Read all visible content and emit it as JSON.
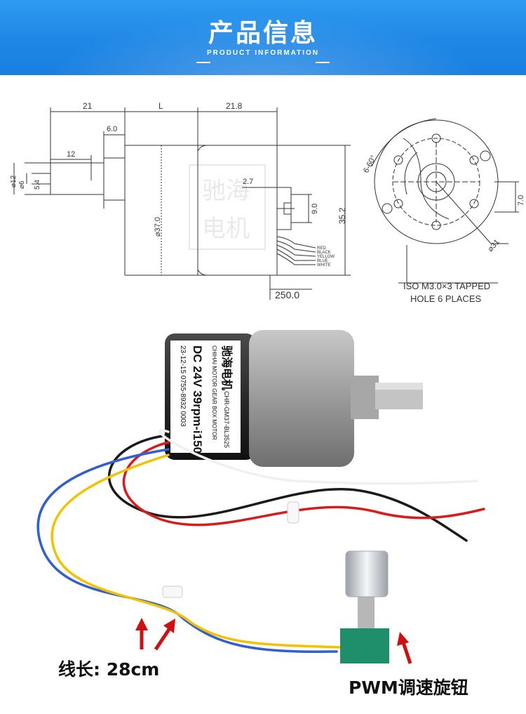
{
  "header": {
    "title": "产品信息",
    "subtitle": "PRODUCT INFORMATION",
    "bg_color": "#1e87e6"
  },
  "drawing": {
    "dims": {
      "d21": "21",
      "dL": "L",
      "d21_8": "21.8",
      "d6_0": "6.0",
      "d12": "12",
      "d_phi12": "⌀12",
      "d_phi6": "⌀6",
      "d5_4": "5.4",
      "d_phi37": "⌀37.0",
      "d2_7": "2.7",
      "d9_0": "9.0",
      "d35_2": "35.2",
      "d250": "250.0",
      "d7_0": "7.0",
      "d_phi31": "⌀31",
      "d_angle": "6-60°"
    },
    "wire_labels": [
      "RED",
      "BLACK",
      "YELLOW",
      "BLUE",
      "WHITE"
    ],
    "note_line1": "ISO M3.0×3 TAPPED",
    "note_line2": "HOLE 6 PLACES",
    "watermark": "驰海电机"
  },
  "photo": {
    "motor_label": {
      "brand_cn": "驰海电机",
      "brand_en": "CHIHAI MOTOR  GEAR BOX MOTOR",
      "model": "CHR-GM37-BL3525",
      "spec": "DC 24V 39rpm-i150",
      "date_tel": "23-12-15 0755-8932 0003",
      "reg": "®"
    },
    "wire_colors": [
      "#d81b1b",
      "#1a1a1a",
      "#f2c200",
      "#2f5fd0",
      "#f0f0f0"
    ],
    "wire_length_caption": "线长: 28cm",
    "pwm_caption": "PWM调速旋钮",
    "arrow_color": "#d01010"
  }
}
